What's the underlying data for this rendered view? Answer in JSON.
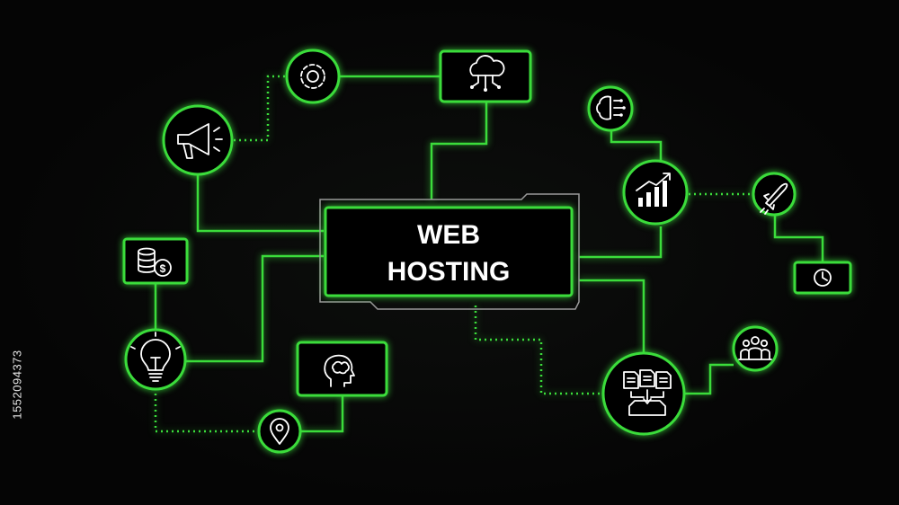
{
  "title": {
    "line1": "WEB",
    "line2": "HOSTING"
  },
  "stock_id": "1552094373",
  "icons": [
    "gear-icon",
    "cloud-network-icon",
    "megaphone-icon",
    "ai-brain-icon",
    "growth-chart-icon",
    "rocket-icon",
    "coins-dollar-icon",
    "clock-icon",
    "lightbulb-icon",
    "mind-icon",
    "location-pin-icon",
    "server-files-icon",
    "team-icon"
  ],
  "colors": {
    "accent": "#3bdc3b",
    "background": "#050505",
    "text": "#ffffff"
  }
}
